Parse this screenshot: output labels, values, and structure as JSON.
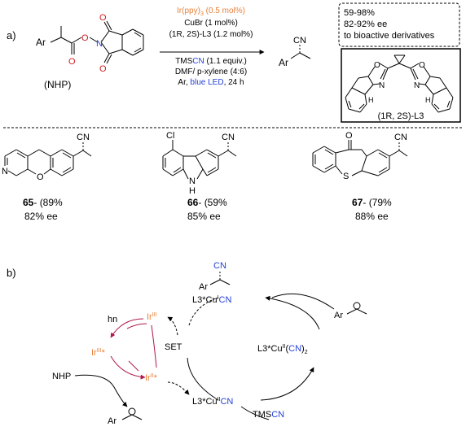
{
  "panel_a": {
    "label": "a)",
    "substrate_R": "Ar",
    "substrate_caption": "(NHP)",
    "conditions": {
      "catalyst": "Ir(ppy)",
      "catalyst_sub": "3",
      "catalyst_loading": " (0.5 mol%)",
      "copper": "CuBr (1 mol%)",
      "ligand": "(1R, 2S)-L3 (1.2 mol%)",
      "cyanide_pre": "TMS",
      "cyanide_cn": "CN",
      "cyanide_post": " (1.1 equiv.)",
      "solvent": "DMF/ p-xylene (4:6)",
      "light_pre": "Ar, ",
      "light_blue": "blue LED",
      "light_post": ", 24 h"
    },
    "product_label_ar": "Ar",
    "product_label_cn": "CN",
    "summary_lines": [
      "59-98%",
      "82-92% ee",
      "to bioactive derivatives"
    ],
    "ligand_name": "(1R, 2S)-L3",
    "ligand_atoms": {
      "o": "O",
      "n": "N",
      "h": "H"
    }
  },
  "examples": [
    {
      "id": "65",
      "yield_suffix": "- (89%",
      "ee": "82% ee",
      "cn": "CN",
      "atoms": {
        "n": "N",
        "o": "O"
      }
    },
    {
      "id": "66",
      "yield_suffix": "- (59%",
      "ee": "85% ee",
      "cn": "CN",
      "atoms": {
        "cl": "Cl",
        "n": "N",
        "h": "H"
      }
    },
    {
      "id": "67",
      "yield_suffix": "- (79%",
      "ee": "88% ee",
      "cn": "CN",
      "atoms": {
        "o": "O",
        "s": "S"
      }
    }
  ],
  "panel_b": {
    "label": "b)",
    "hn": "hn",
    "ir3_pre": "Ir",
    "ir3_sup": "III",
    "ir3star_pre": "Ir",
    "ir3star_sup": "III",
    "ir3star_star": "*",
    "ir2_pre": "Ir",
    "ir2_sup": "II",
    "ir2_star": "*",
    "set": "SET",
    "nhp": "NHP",
    "cu1_pre": "L3*Cu",
    "cu1_sup": "I",
    "cu1_cn": "CN",
    "cu2cn2_pre": "L3*Cu",
    "cu2cn2_sup": "II",
    "cu2cn2_open": "(",
    "cu2cn2_cn": "CN",
    "cu2cn2_close": ")",
    "cu2cn2_sub": "2",
    "cu2cn_pre": "L3*Cu",
    "cu2cn_sup": "II",
    "cu2cn_cn": "CN",
    "tms": "TMS",
    "tms_cn": "CN",
    "ar": "Ar",
    "cn": "CN"
  },
  "colors": {
    "orange": "#e8813a",
    "blue": "#2440d8",
    "crimson": "#b01848",
    "black": "#000000"
  }
}
